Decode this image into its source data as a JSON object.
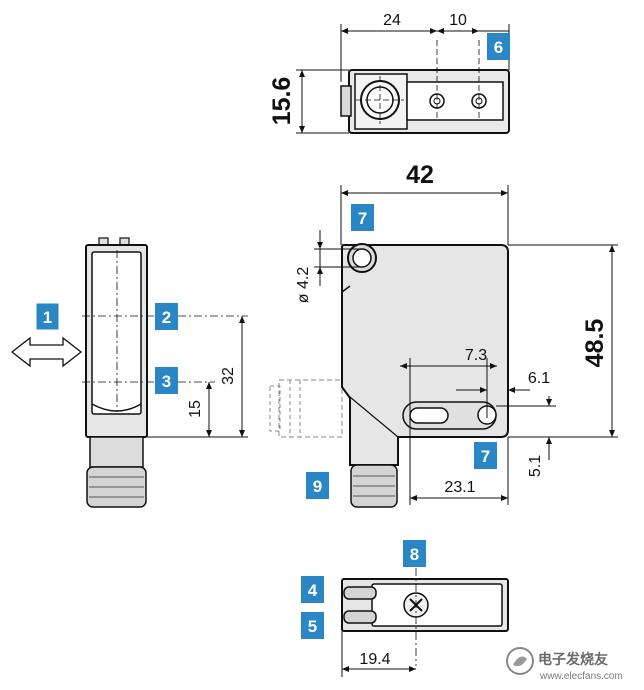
{
  "dimensions": {
    "top_width_left": "24",
    "top_width_right": "10",
    "top_height": "15.6",
    "front_width": "42",
    "hole_diameter": "ø 4.2",
    "height_total": "48.5",
    "slot_length": "7.3",
    "slot_offset_right": "6.1",
    "hole_from_bottom": "5.1",
    "slot_from_left": "23.1",
    "side_height": "32",
    "side_lower": "15",
    "bottom_width": "19.4"
  },
  "badges": {
    "b1": "1",
    "b2": "2",
    "b3": "3",
    "b4": "4",
    "b5": "5",
    "b6": "6",
    "b7a": "7",
    "b7b": "7",
    "b8": "8",
    "b9": "9"
  },
  "watermark": {
    "text": "电子发烧友",
    "url": "www.elecfans.com"
  },
  "colors": {
    "badge": "#2a86c4",
    "body_fill": "#e6e6e6",
    "line": "#111111"
  }
}
